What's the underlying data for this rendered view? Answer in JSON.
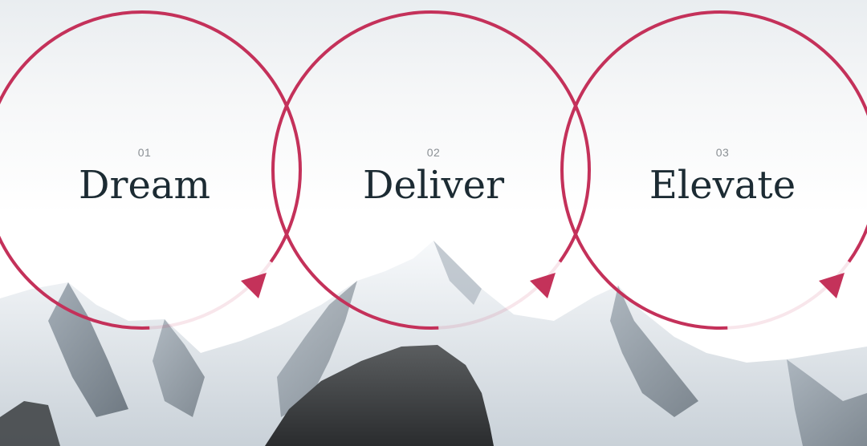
{
  "steps": [
    {
      "number": "01",
      "title": "Dream"
    },
    {
      "number": "02",
      "title": "Deliver"
    },
    {
      "number": "03",
      "title": "Elevate"
    }
  ],
  "colors": {
    "ring_accent": "#c4325a",
    "title_text": "#1c2b33",
    "number_text": "#8a8f94"
  },
  "icons": [
    "circular-arrow-icon",
    "circular-arrow-icon",
    "circular-arrow-icon"
  ]
}
